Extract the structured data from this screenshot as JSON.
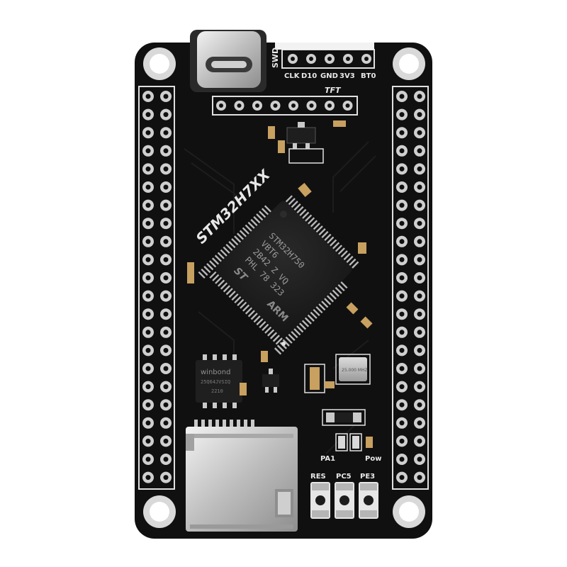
{
  "board": {
    "swd_label": "SWD",
    "swd_pins": [
      "CLK",
      "D10",
      "GND",
      "3V3",
      "BT0"
    ],
    "tft_label": "TFT",
    "board_name": "STM32H7XX",
    "mcu_line1": "STM32H750",
    "mcu_line2": "VBT6",
    "mcu_line3": "2B42 Z VQ",
    "mcu_line4": "PHL 78 323",
    "arm_logo": "ARM",
    "flash_brand": "winbond",
    "flash_part": "25Q64JVSIQ",
    "flash_code": "2210",
    "crystal_label": "25.000 MHZ",
    "led_labels": [
      "PA1",
      "Pow"
    ],
    "button_labels": [
      "RES",
      "PC5",
      "PE3"
    ]
  },
  "colors": {
    "pcb": "#111111",
    "silkscreen": "#e8e8e8",
    "pad": "#c9c9c9",
    "chip": "#1c1c1c"
  }
}
